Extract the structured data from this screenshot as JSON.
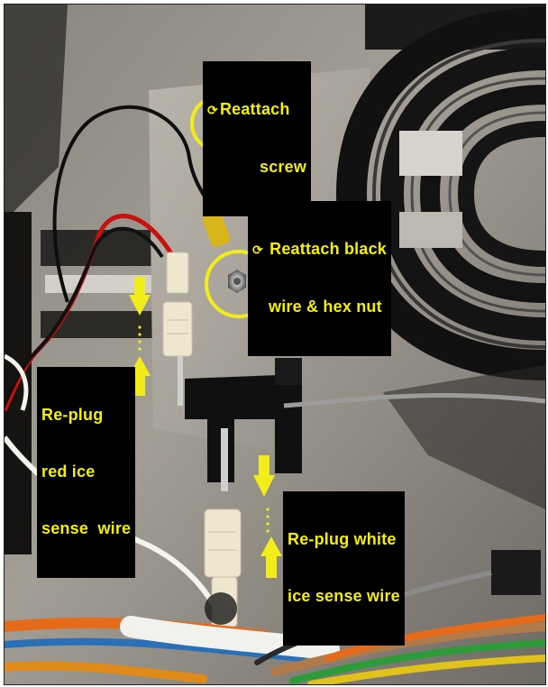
{
  "annotations": {
    "reattach_screw": {
      "line1": "Reattach",
      "line2": "screw",
      "icon": "rotate-clockwise-icon"
    },
    "reattach_black_wire": {
      "line1": "Reattach black",
      "line2": "wire & hex nut",
      "icon": "rotate-clockwise-icon"
    },
    "replug_red": {
      "line1": "Re-plug",
      "line2": "red ice",
      "line3": "sense  wire"
    },
    "replug_white": {
      "line1": "Re-plug white",
      "line2": "ice sense wire"
    }
  },
  "colors": {
    "highlight_circle": "#f2ec1a",
    "arrow": "#f2ec1a",
    "label_text": "#f5f000",
    "label_background": "#000000"
  },
  "glyphs": {
    "rotate": "⟳"
  }
}
